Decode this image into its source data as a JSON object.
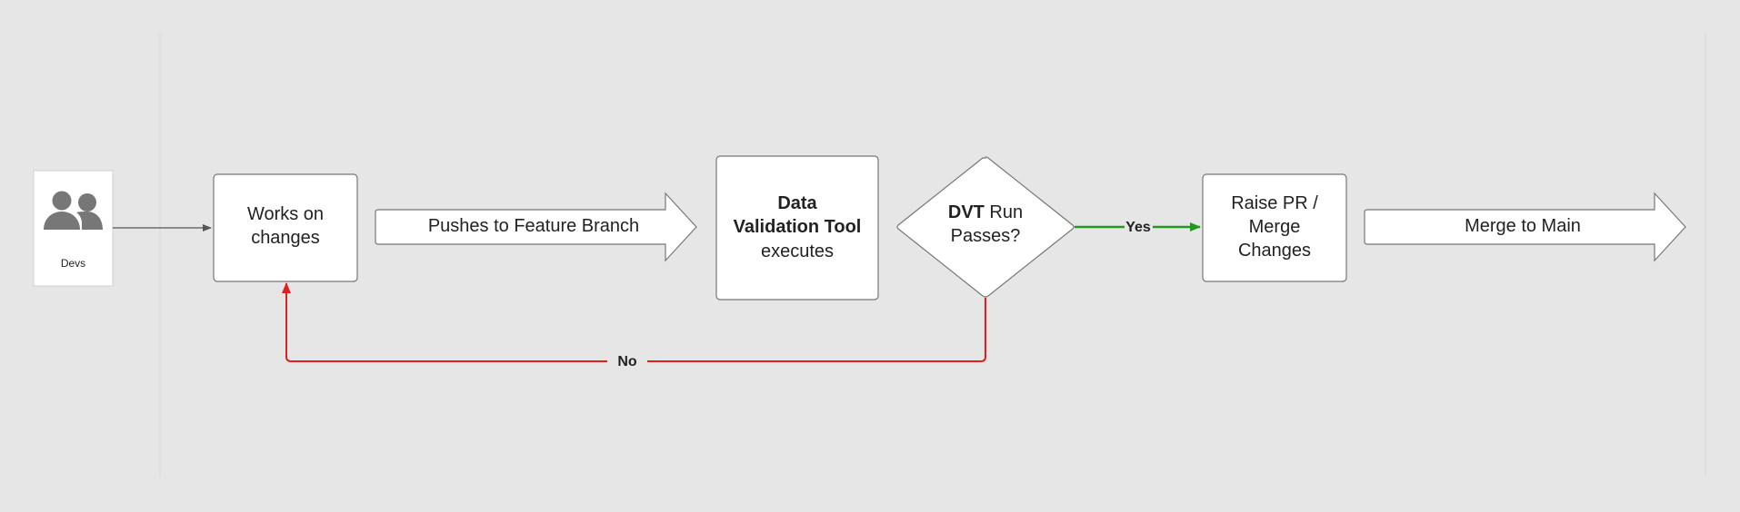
{
  "actor": {
    "icon": "users-icon",
    "label": "Devs"
  },
  "steps": {
    "works": {
      "line1": "Works on",
      "line2": "changes"
    },
    "push": {
      "label": "Pushes to Feature Branch"
    },
    "dvt": {
      "line1": "Data",
      "line2": "Validation Tool",
      "line3": "executes"
    },
    "decision": {
      "bold": "DVT",
      "rest": " Run",
      "line2": "Passes?"
    },
    "raise": {
      "line1": "Raise PR /",
      "line2": "Merge",
      "line3": "Changes"
    },
    "merge": {
      "label": "Merge to Main"
    }
  },
  "edges": {
    "yes_label": "Yes",
    "no_label": "No"
  },
  "colors": {
    "yes": "#1e9a1e",
    "no": "#e02020",
    "default_line": "#555555",
    "box_fill": "#ffffff",
    "box_stroke": "#777777",
    "icon": "#777777"
  }
}
